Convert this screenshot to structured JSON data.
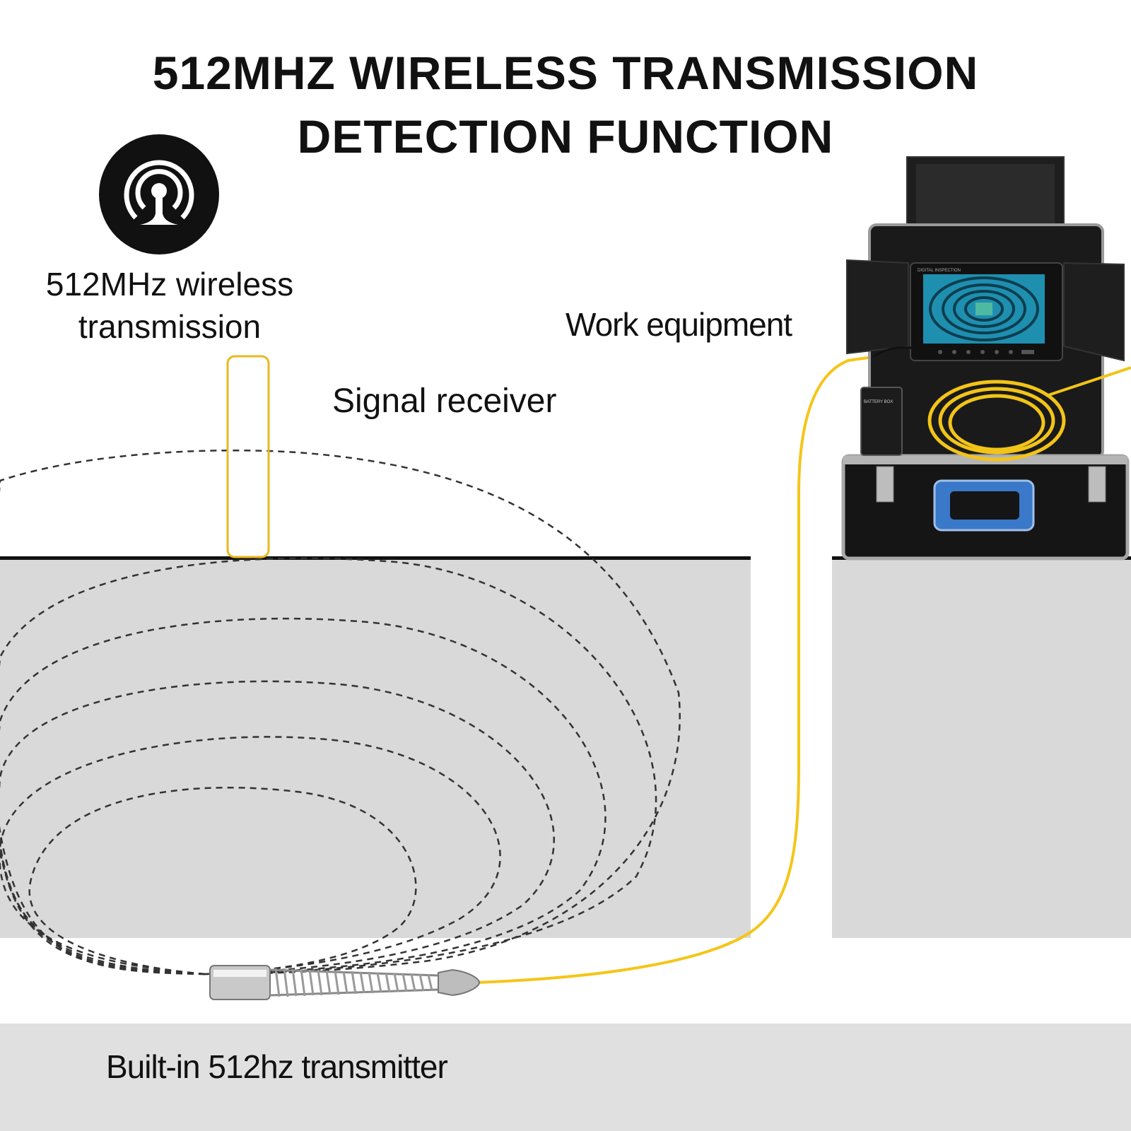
{
  "title": {
    "line1": "512MHZ WIRELESS TRANSMISSION",
    "line2": "DETECTION FUNCTION"
  },
  "labels": {
    "wireless_line1": "512MHz wireless",
    "wireless_line2": "transmission",
    "signal_receiver": "Signal receiver",
    "work_equipment": "Work equipment",
    "transmitter": "Built-in 512hz transmitter"
  },
  "monitor": {
    "brand": "DIGITAL INSPECTION",
    "battery_box": "BATTERY BOX"
  },
  "icons": {
    "antenna": "wireless-antenna-icon"
  },
  "colors": {
    "cable": "#f5c518",
    "receiver_outline": "#e9b820",
    "ground": "#d9d9d9",
    "wave_dash": "#333333"
  }
}
